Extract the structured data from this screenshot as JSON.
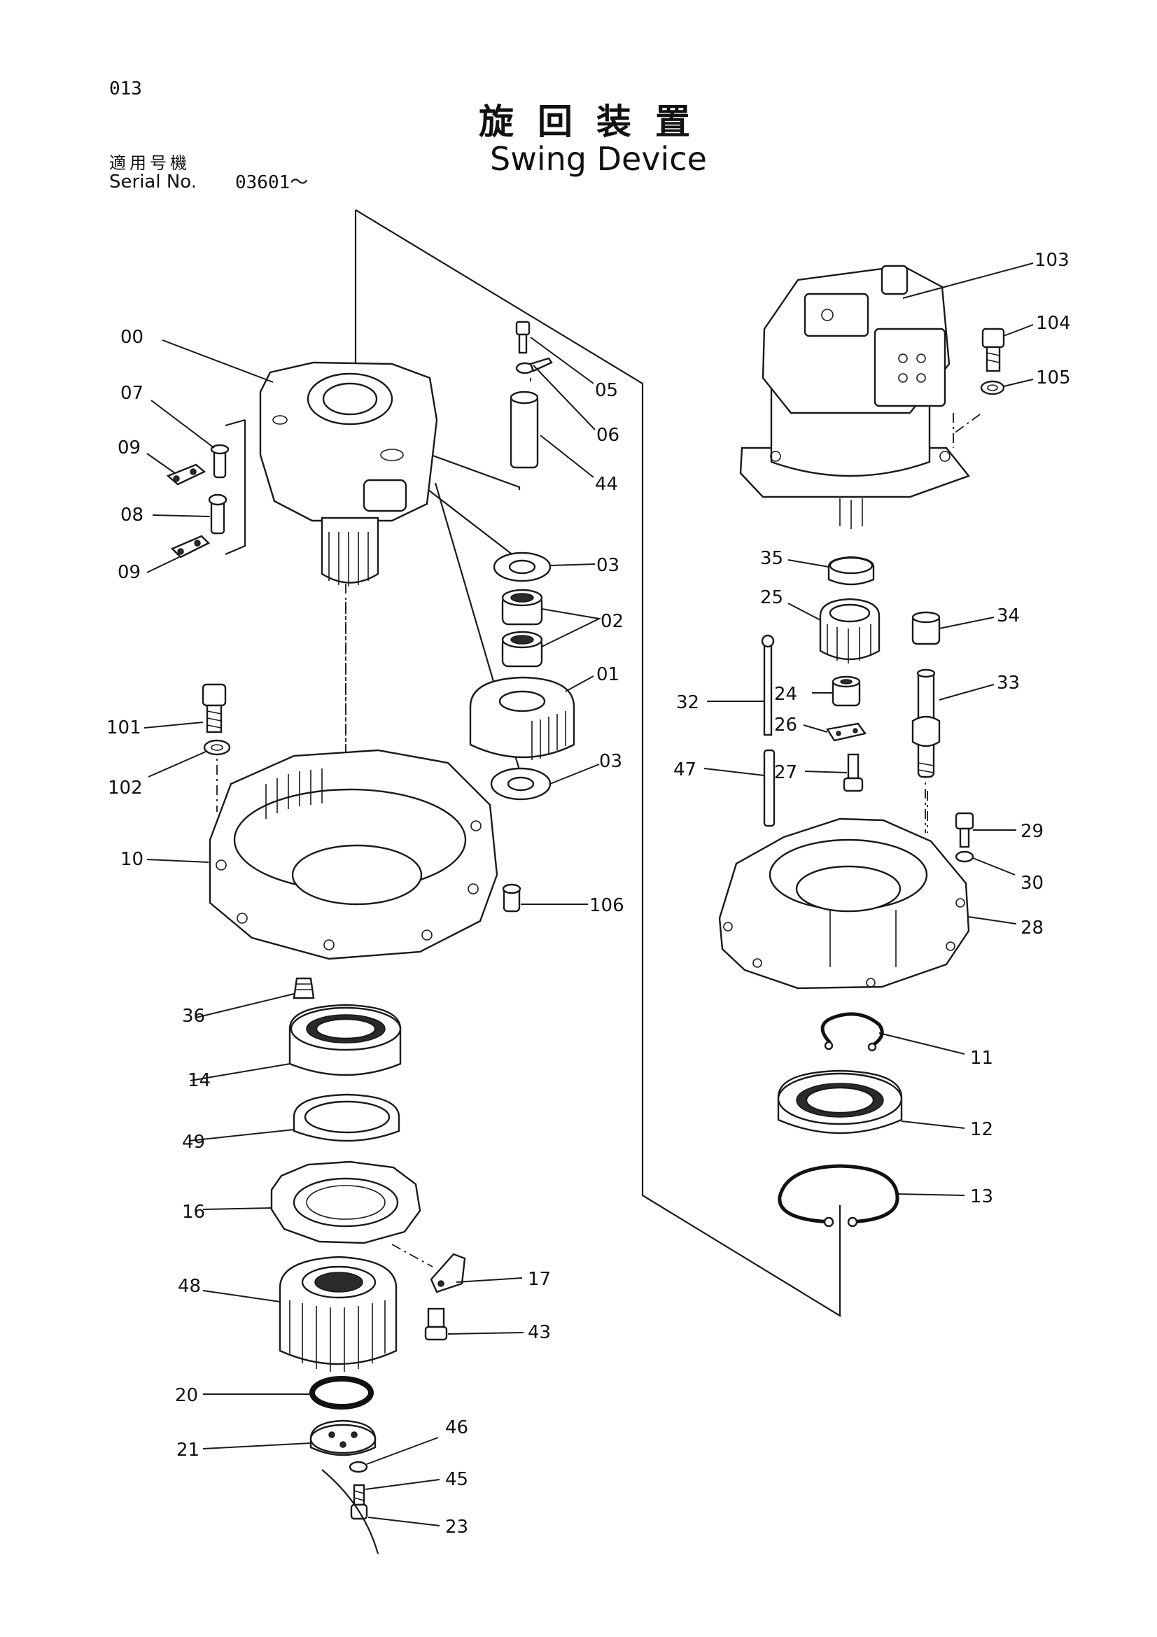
{
  "header": {
    "page_number": "013",
    "title_ja": "旋回装置",
    "title_en": "Swing Device",
    "serial_label_ja": "適用号機",
    "serial_label_en": "Serial No.",
    "serial_value": "03601～"
  },
  "callouts": [
    {
      "id": "00",
      "label": "00"
    },
    {
      "id": "07",
      "label": "07"
    },
    {
      "id": "09a",
      "label": "09"
    },
    {
      "id": "08",
      "label": "08"
    },
    {
      "id": "09b",
      "label": "09"
    },
    {
      "id": "05",
      "label": "05"
    },
    {
      "id": "06",
      "label": "06"
    },
    {
      "id": "44",
      "label": "44"
    },
    {
      "id": "03a",
      "label": "03"
    },
    {
      "id": "02",
      "label": "02"
    },
    {
      "id": "01",
      "label": "01"
    },
    {
      "id": "03b",
      "label": "03"
    },
    {
      "id": "101",
      "label": "101"
    },
    {
      "id": "102",
      "label": "102"
    },
    {
      "id": "10",
      "label": "10"
    },
    {
      "id": "106",
      "label": "106"
    },
    {
      "id": "36",
      "label": "36"
    },
    {
      "id": "14",
      "label": "14"
    },
    {
      "id": "49",
      "label": "49"
    },
    {
      "id": "16",
      "label": "16"
    },
    {
      "id": "48",
      "label": "48"
    },
    {
      "id": "17",
      "label": "17"
    },
    {
      "id": "43",
      "label": "43"
    },
    {
      "id": "20",
      "label": "20"
    },
    {
      "id": "21",
      "label": "21"
    },
    {
      "id": "46",
      "label": "46"
    },
    {
      "id": "45",
      "label": "45"
    },
    {
      "id": "23",
      "label": "23"
    },
    {
      "id": "103",
      "label": "103"
    },
    {
      "id": "104",
      "label": "104"
    },
    {
      "id": "105",
      "label": "105"
    },
    {
      "id": "35",
      "label": "35"
    },
    {
      "id": "25",
      "label": "25"
    },
    {
      "id": "34",
      "label": "34"
    },
    {
      "id": "33",
      "label": "33"
    },
    {
      "id": "32",
      "label": "32"
    },
    {
      "id": "24",
      "label": "24"
    },
    {
      "id": "26",
      "label": "26"
    },
    {
      "id": "47",
      "label": "47"
    },
    {
      "id": "27",
      "label": "27"
    },
    {
      "id": "29",
      "label": "29"
    },
    {
      "id": "30",
      "label": "30"
    },
    {
      "id": "28",
      "label": "28"
    },
    {
      "id": "11",
      "label": "11"
    },
    {
      "id": "12",
      "label": "12"
    },
    {
      "id": "13",
      "label": "13"
    }
  ]
}
